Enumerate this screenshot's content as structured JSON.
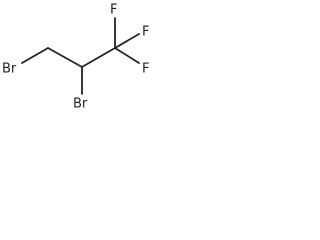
{
  "molecule": {
    "atoms": [
      {
        "id": "br1",
        "label": "Br"
      },
      {
        "id": "c1",
        "label": ""
      },
      {
        "id": "c2",
        "label": ""
      },
      {
        "id": "br2",
        "label": "Br"
      },
      {
        "id": "c3",
        "label": ""
      },
      {
        "id": "f1",
        "label": "F"
      },
      {
        "id": "f2",
        "label": "F"
      },
      {
        "id": "f3",
        "label": "F"
      }
    ],
    "bonds": [
      {
        "from": "br1",
        "to": "c1",
        "order": 1
      },
      {
        "from": "c1",
        "to": "c2",
        "order": 1
      },
      {
        "from": "c2",
        "to": "br2",
        "order": 1
      },
      {
        "from": "c2",
        "to": "c3",
        "order": 1
      },
      {
        "from": "c3",
        "to": "f1",
        "order": 1
      },
      {
        "from": "c3",
        "to": "f2",
        "order": 1
      },
      {
        "from": "c3",
        "to": "f3",
        "order": 1
      }
    ]
  }
}
